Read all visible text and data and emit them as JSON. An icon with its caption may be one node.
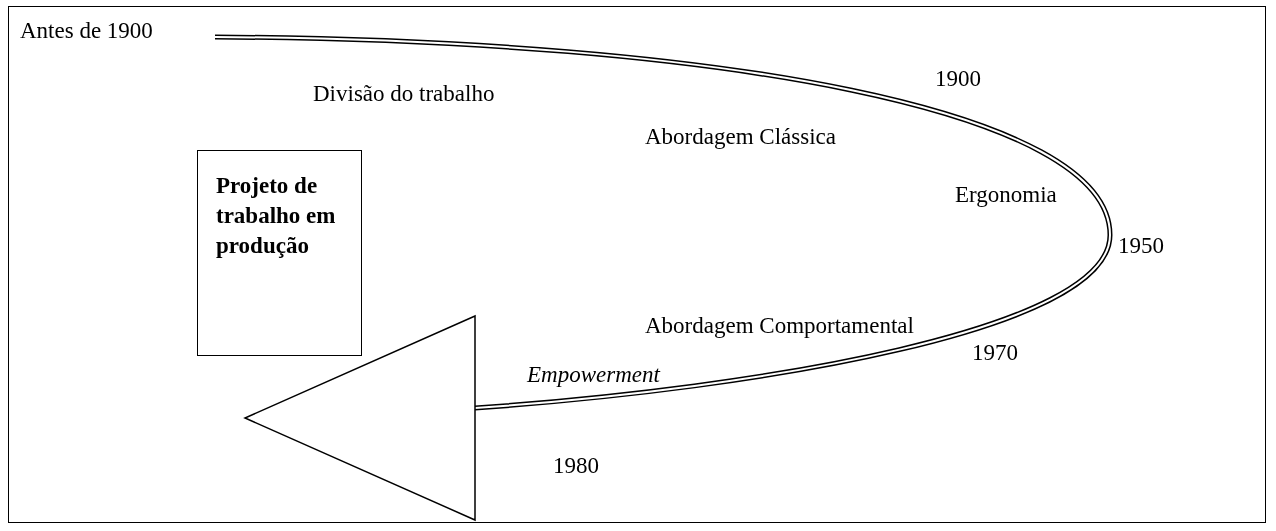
{
  "diagram": {
    "nodes": [
      {
        "text": [
          "Projeto de trabalho em produção"
        ]
      }
    ],
    "labels": [
      "Antes de 1900",
      "1900",
      "Divisão do trabalho",
      "Abordagem Clássica",
      "Ergonomia",
      "1950",
      "Abordagem Comportamental",
      "Empowerment",
      "1970",
      "1980"
    ]
  }
}
